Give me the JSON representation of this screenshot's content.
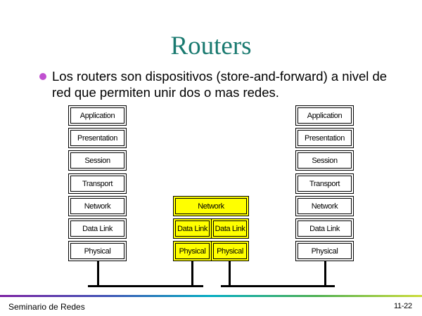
{
  "slide": {
    "title": "Routers",
    "bullet": "Los routers son dispositivos (store-and-forward) a nivel de red que permiten unir dos o mas redes."
  },
  "stacks": {
    "left": [
      "Application",
      "Presentation",
      "Session",
      "Transport",
      "Network",
      "Data Link",
      "Physical"
    ],
    "router": {
      "network": "Network",
      "datalink": [
        "Data Link",
        "Data Link"
      ],
      "physical": [
        "Physical",
        "Physical"
      ]
    },
    "right": [
      "Application",
      "Presentation",
      "Session",
      "Transport",
      "Network",
      "Data Link",
      "Physical"
    ]
  },
  "colors": {
    "title": "#1a7a70",
    "router_fill": "#ffff00",
    "bullet": "#c050d0"
  },
  "footer": {
    "left": "Seminario de Redes",
    "right": "11-22"
  }
}
